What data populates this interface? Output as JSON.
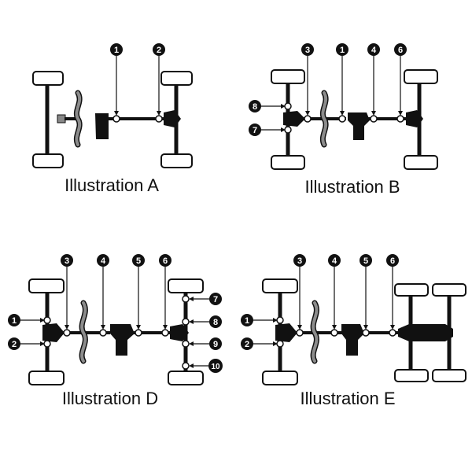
{
  "colors": {
    "ink": "#111111",
    "driveshaft_gray": "#8c8c8c",
    "background": "#ffffff"
  },
  "panels": {
    "a": {
      "caption": "Illustration A",
      "callouts": [
        "1",
        "2"
      ]
    },
    "b": {
      "caption": "Illustration B",
      "callouts": [
        "3",
        "1",
        "4",
        "6",
        "8",
        "7"
      ]
    },
    "d": {
      "caption": "Illustration D",
      "callouts": [
        "3",
        "4",
        "5",
        "6",
        "1",
        "2",
        "7",
        "8",
        "9",
        "10"
      ]
    },
    "e": {
      "caption": "Illustration E",
      "callouts": [
        "3",
        "4",
        "5",
        "6",
        "1",
        "2"
      ]
    }
  }
}
